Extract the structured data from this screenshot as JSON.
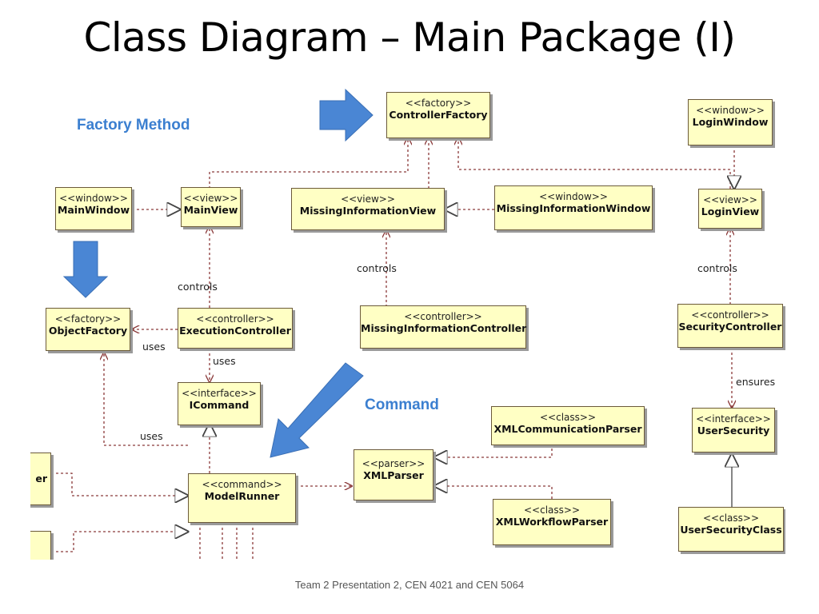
{
  "title": "Class Diagram – Main Package (I)",
  "footer": "Team 2 Presentation 2, CEN 4021 and CEN 5064",
  "patterns": {
    "factory_method": "Factory Method",
    "command": "Command"
  },
  "classes": {
    "controller_factory": {
      "stereotype": "<<factory>>",
      "name": "ControllerFactory"
    },
    "login_window": {
      "stereotype": "<<window>>",
      "name": "LoginWindow"
    },
    "main_window": {
      "stereotype": "<<window>>",
      "name": "MainWindow"
    },
    "main_view": {
      "stereotype": "<<view>>",
      "name": "MainView"
    },
    "missing_information_view": {
      "stereotype": "<<view>>",
      "name": "MissingInformationView"
    },
    "missing_information_window": {
      "stereotype": "<<window>>",
      "name": "MissingInformationWindow"
    },
    "login_view": {
      "stereotype": "<<view>>",
      "name": "LoginView"
    },
    "object_factory": {
      "stereotype": "<<factory>>",
      "name": "ObjectFactory"
    },
    "execution_controller": {
      "stereotype": "<<controller>>",
      "name": "ExecutionController"
    },
    "missing_information_controller": {
      "stereotype": "<<controller>>",
      "name": "MissingInformationController"
    },
    "security_controller": {
      "stereotype": "<<controller>>",
      "name": "SecurityController"
    },
    "icommand": {
      "stereotype": "<<interface>>",
      "name": "ICommand"
    },
    "xml_communication_parser": {
      "stereotype": "<<class>>",
      "name": "XMLCommunicationParser"
    },
    "user_security": {
      "stereotype": "<<interface>>",
      "name": "UserSecurity"
    },
    "xml_parser": {
      "stereotype": "<<parser>>",
      "name": "XMLParser"
    },
    "model_runner": {
      "stereotype": "<<command>>",
      "name": "ModelRunner"
    },
    "xml_workflow_parser": {
      "stereotype": "<<class>>",
      "name": "XMLWorkflowParser"
    },
    "user_security_class": {
      "stereotype": "<<class>>",
      "name": "UserSecurityClass"
    },
    "partial_class_top": {
      "name": "er"
    }
  },
  "edge_labels": {
    "controls_main": "controls",
    "controls_missing": "controls",
    "controls_login": "controls",
    "uses_object_factory": "uses",
    "uses_icommand": "uses",
    "uses_model_runner": "uses",
    "ensures": "ensures"
  },
  "colors": {
    "box_fill": "#ffffc4",
    "box_border": "#6b5a3a",
    "connector": "#8b3a3a",
    "arrow_blue": "#4a86d4",
    "pattern_text": "#3b7fd0"
  }
}
